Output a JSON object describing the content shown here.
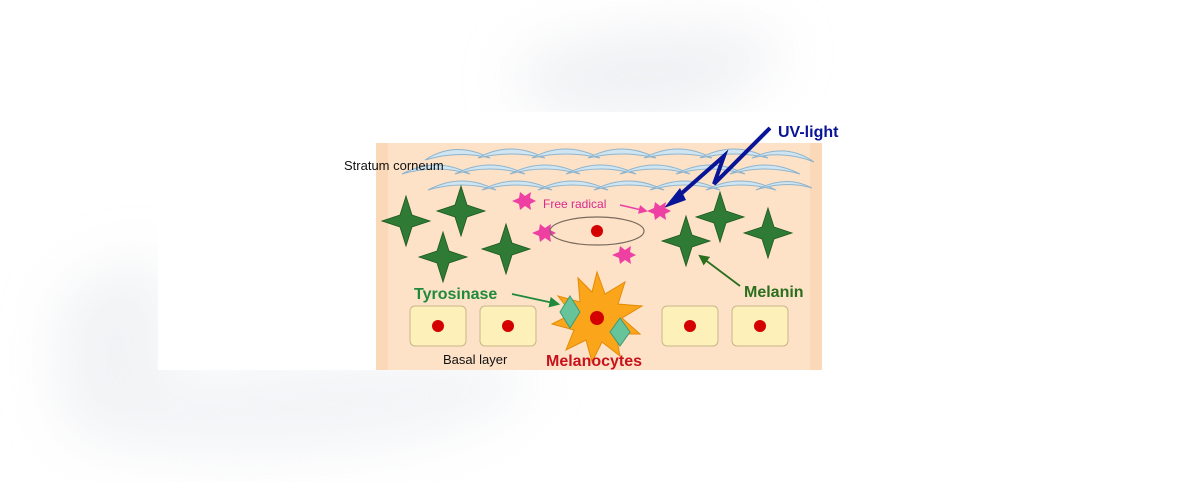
{
  "labels": {
    "stratum_corneum": "Stratum corneum",
    "uv_light": "UV-light",
    "free_radical": "Free radical",
    "tyrosinase": "Tyrosinase",
    "melanin": "Melanin",
    "basal_layer": "Basal layer",
    "melanocytes": "Melanocytes"
  },
  "colors": {
    "skin": "#fde2c8",
    "scale_fill": "#cfe5f2",
    "scale_stroke": "#8fb4cc",
    "melanin_star": "#2f7a34",
    "free_radical": "#ee3fa3",
    "uv_arrow": "#0a1496",
    "tyrosinase_text": "#1f8a3c",
    "melanin_text": "#2b6e1e",
    "melanocyte_fill": "#fba61a",
    "melanocyte_label": "#c8121b",
    "nucleus": "#d40000",
    "basal_cell": "#fdf0b8",
    "tyrosinase_crystal": "#67c49a"
  }
}
